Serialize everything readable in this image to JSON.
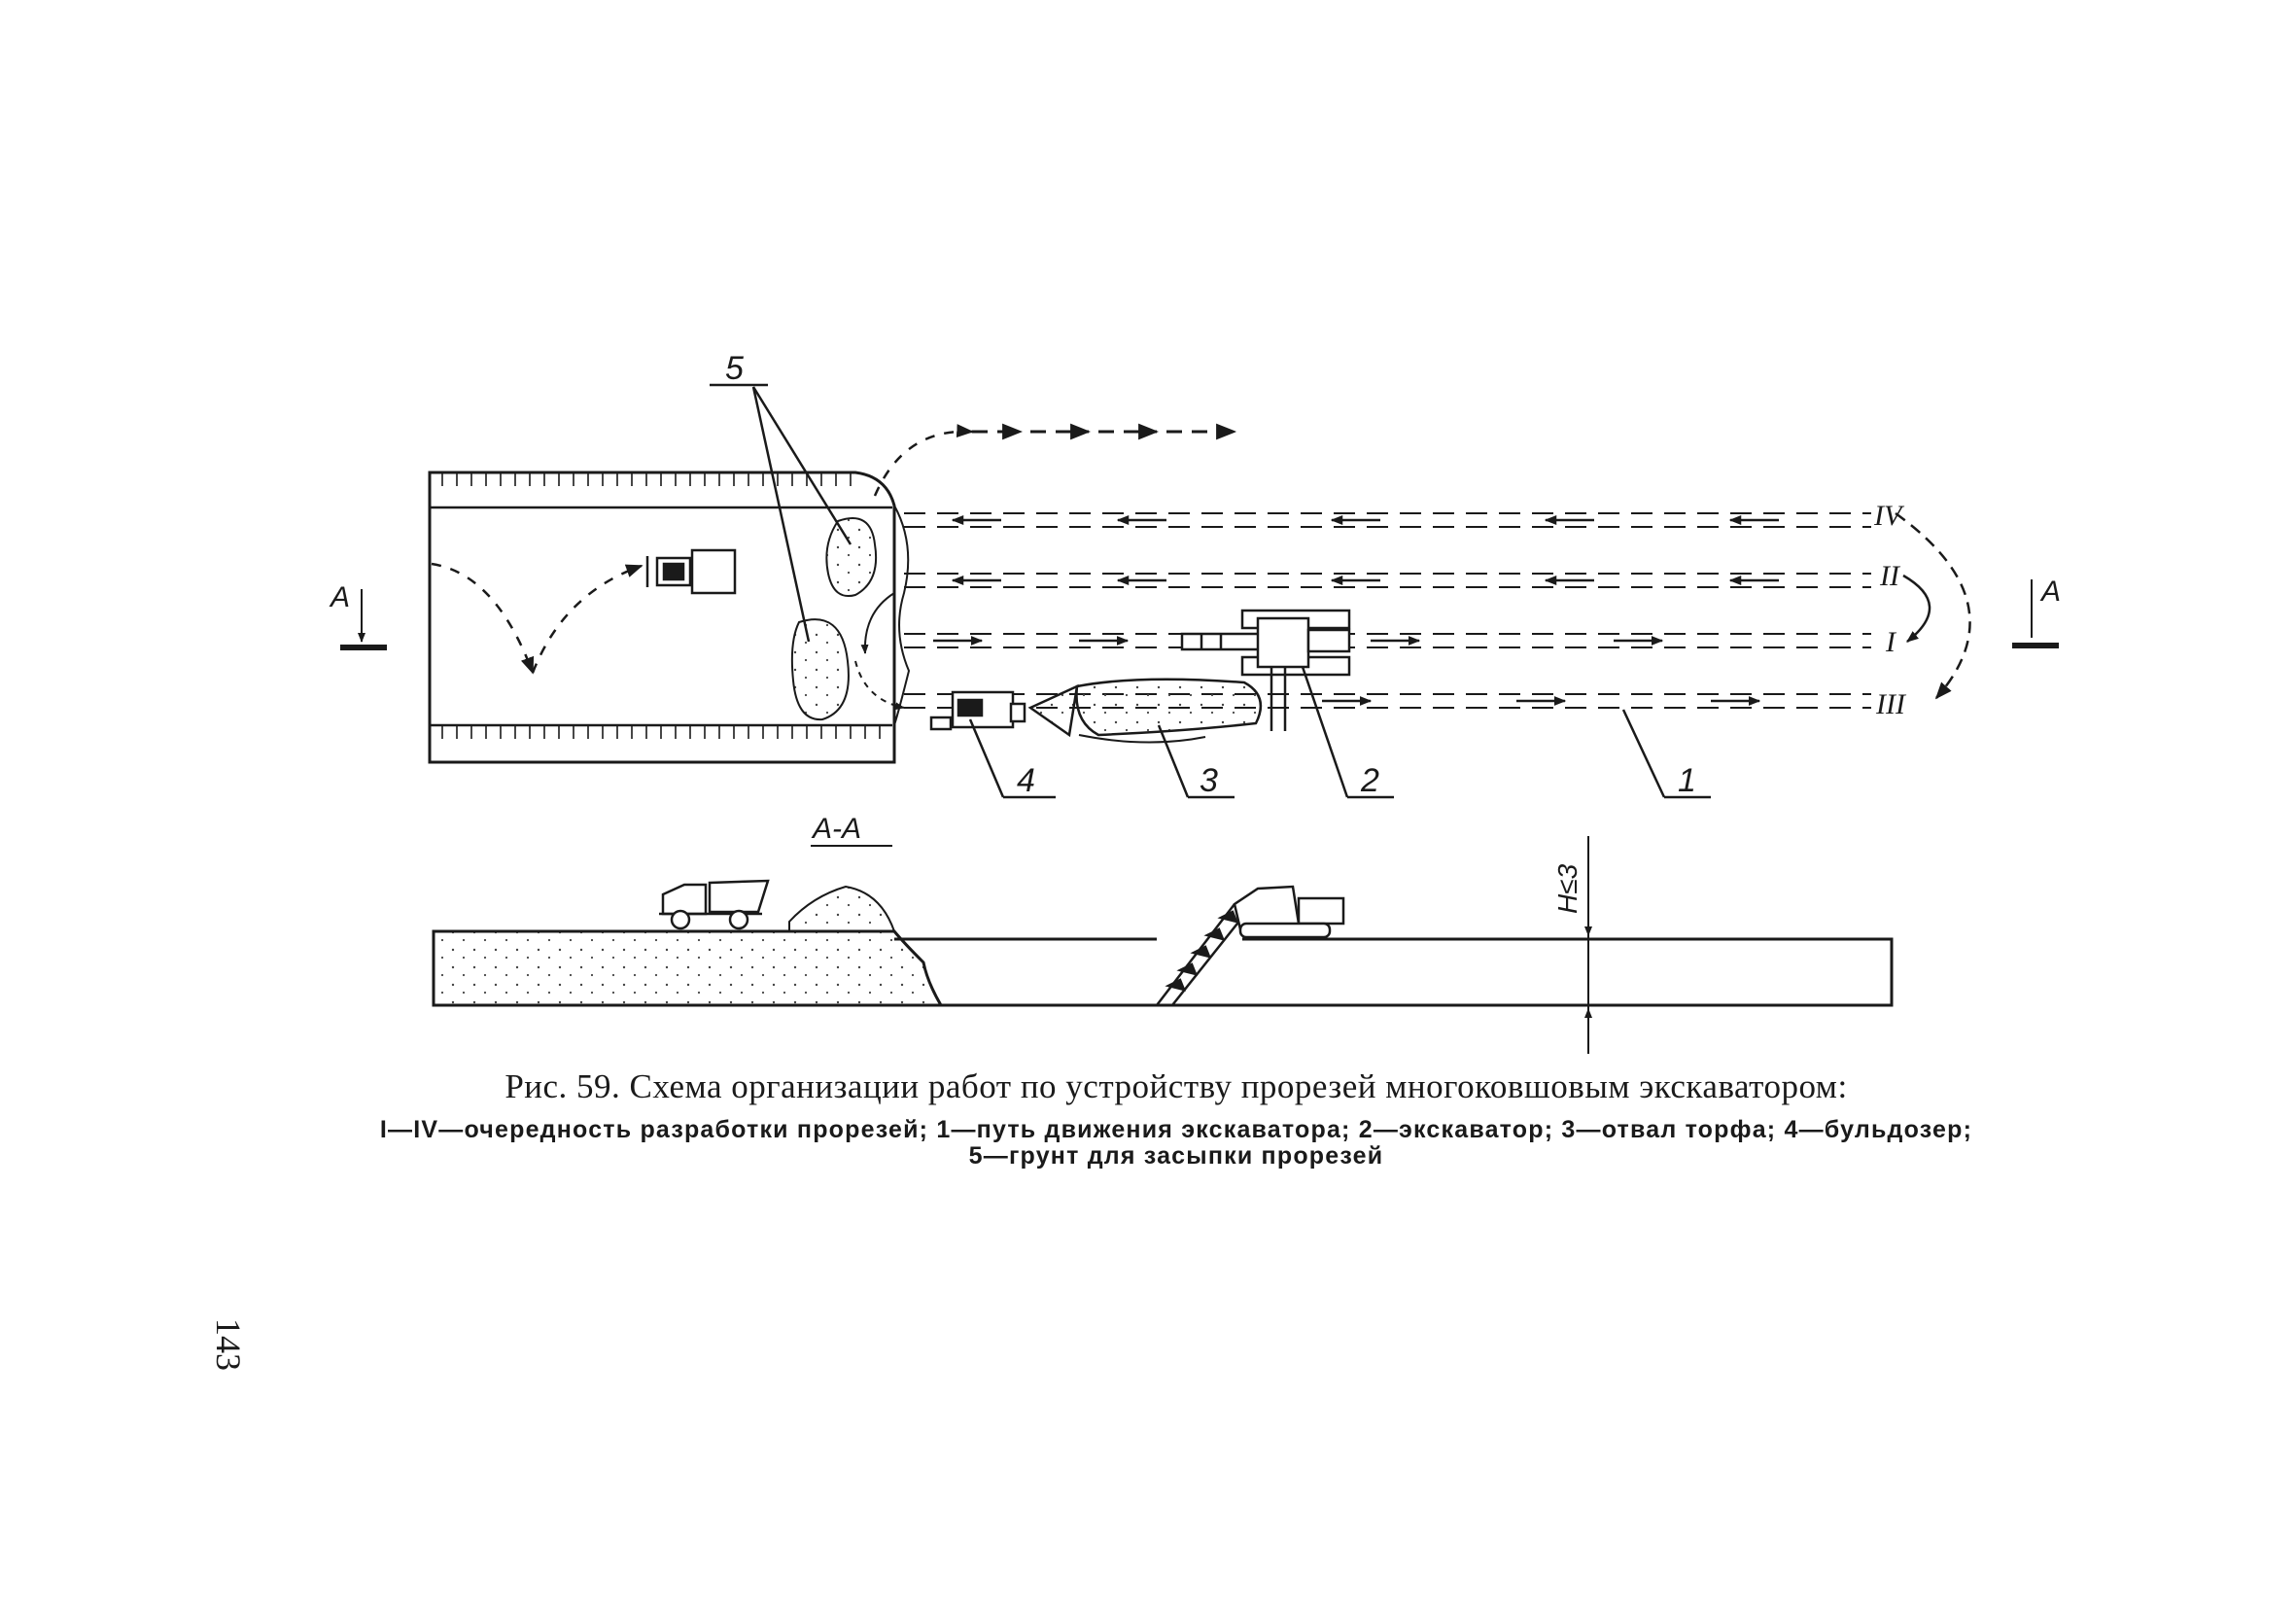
{
  "figure": {
    "callouts": [
      "1",
      "2",
      "3",
      "4",
      "5"
    ],
    "lanes": [
      "IV",
      "II",
      "I",
      "III"
    ],
    "section_marker": "A",
    "section_title": "А-А",
    "depth_label": "H≤3"
  },
  "caption": {
    "title": "Рис. 59. Схема организации работ по устройству прорезей многоковшовым экскаватором:",
    "line1": "I—IV—очередность разработки прорезей; 1—путь движения экскаватора; 2—экскаватор; 3—отвал торфа; 4—бульдозер;",
    "line2": "5—грунт для засыпки прорезей"
  },
  "page_number": "143"
}
